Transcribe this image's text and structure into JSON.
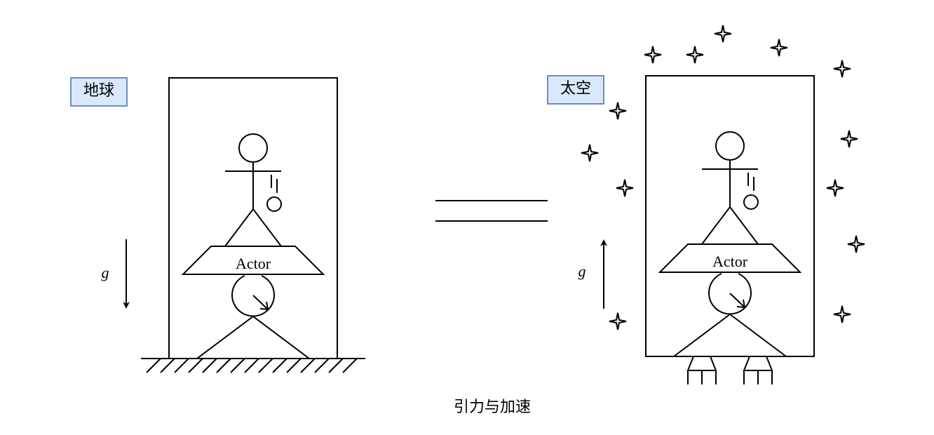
{
  "earth": {
    "label": "地球",
    "actor_label": "Actor",
    "gravity_label": "g",
    "gravity_direction": "down"
  },
  "space": {
    "label": "太空",
    "actor_label": "Actor",
    "acceleration_label": "g",
    "acceleration_direction": "up"
  },
  "caption": "引力与加速",
  "colors": {
    "label_fill": "#dae8fc",
    "label_stroke": "#6c8ebf",
    "line": "#000000"
  }
}
